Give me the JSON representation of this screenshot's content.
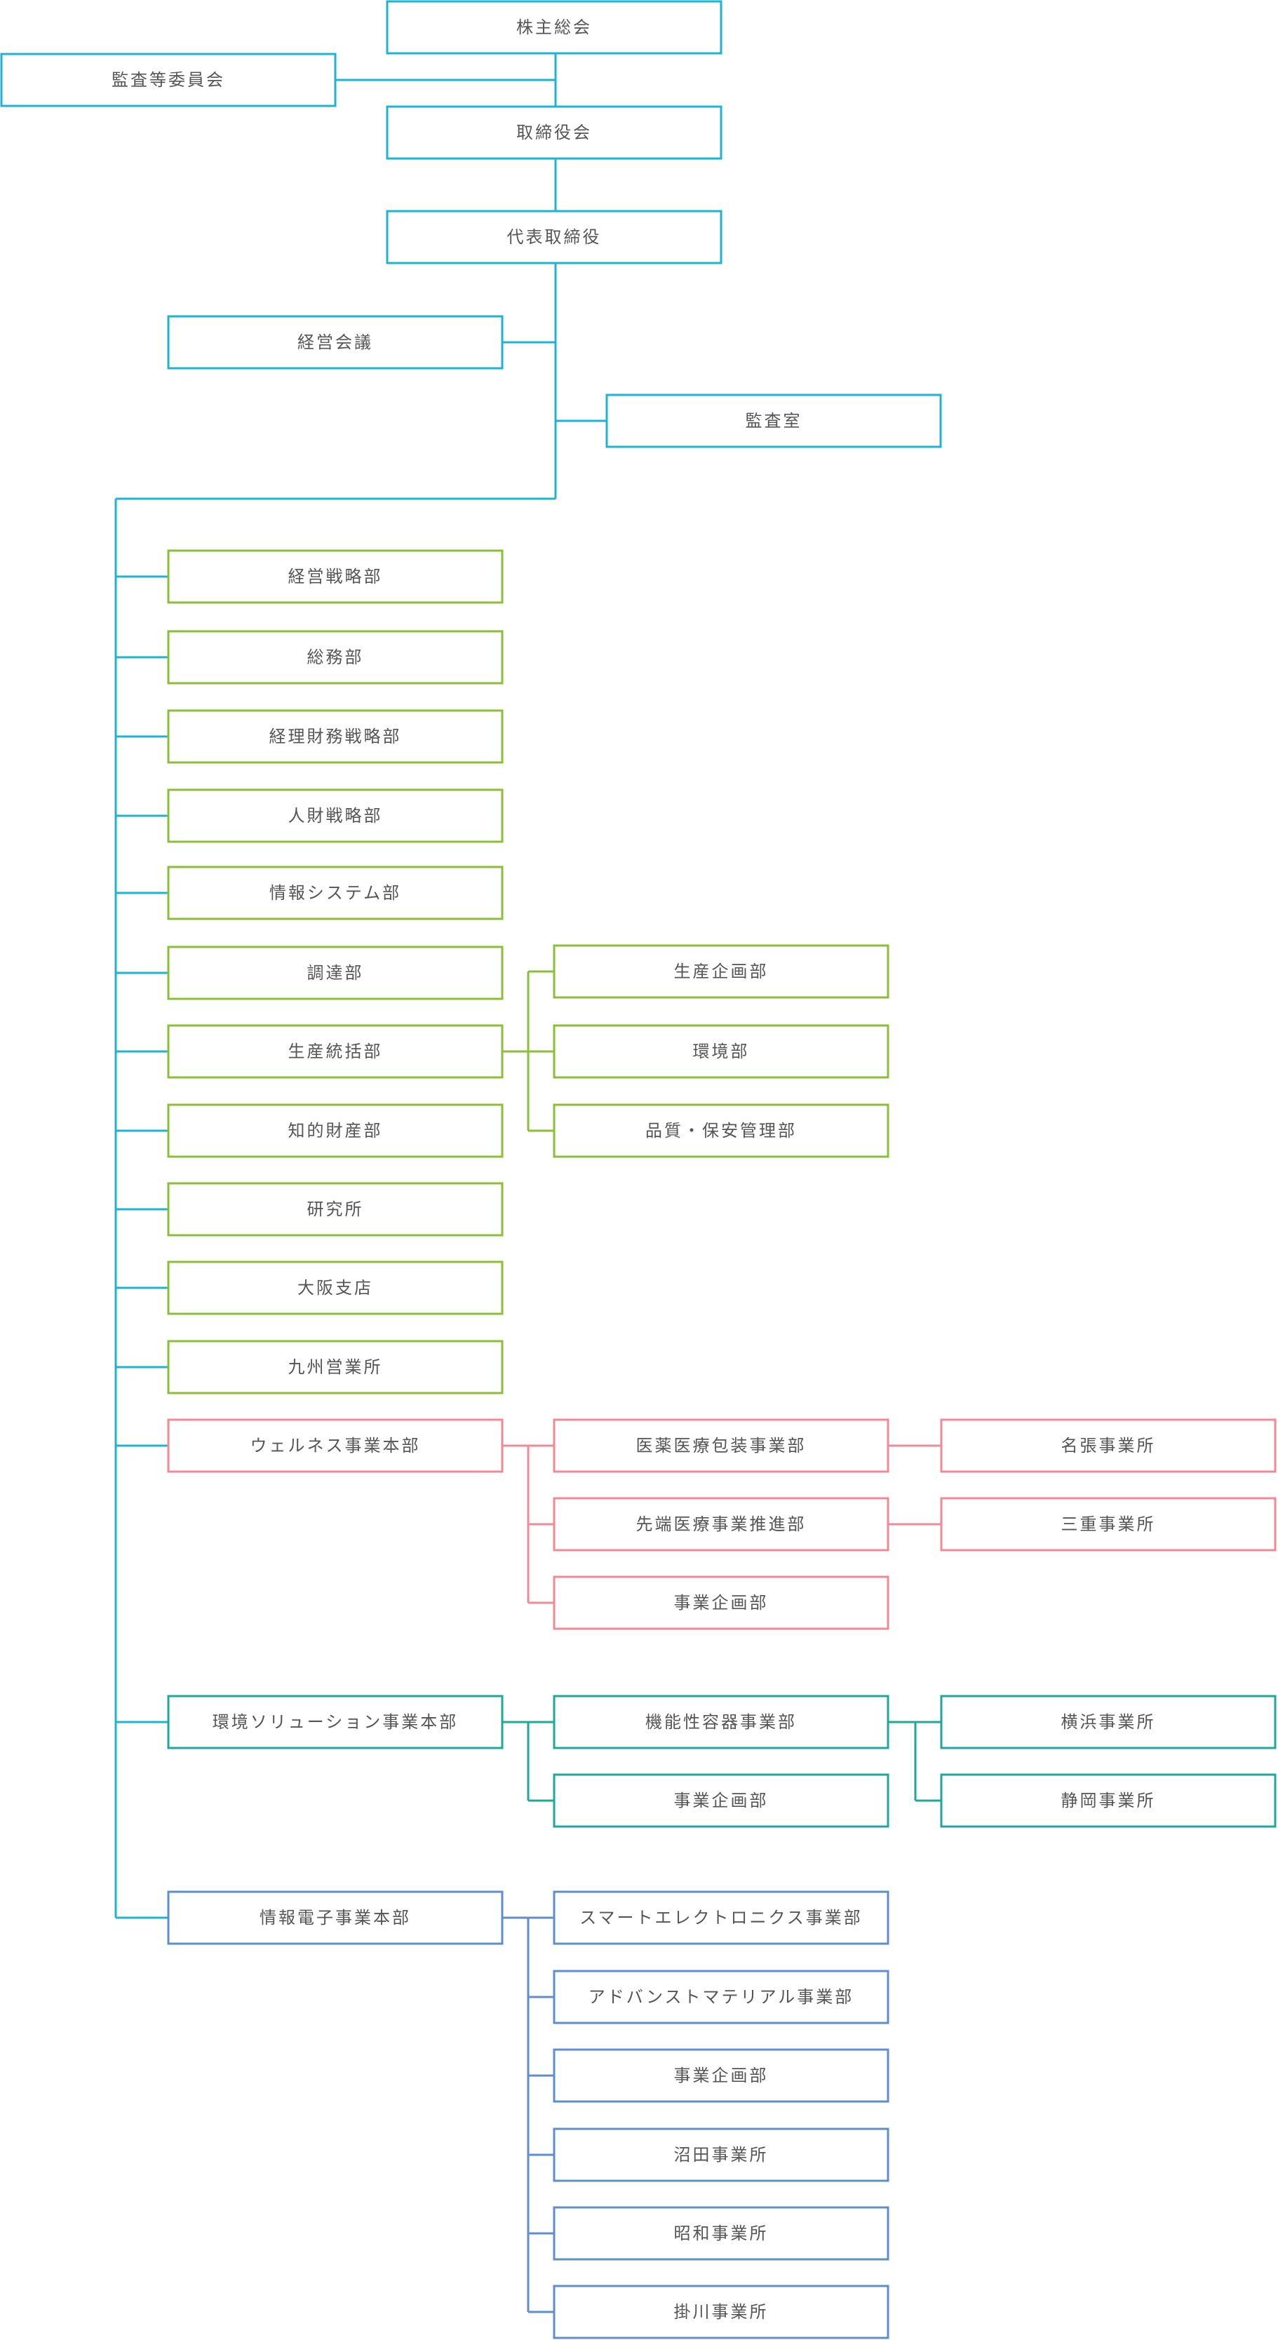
{
  "colors": {
    "governance": "#1fb3d2",
    "corporate": "#8dbe37",
    "wellness": "#f08a95",
    "environment": "#1fa89a",
    "electronics": "#5e8fcc",
    "text": "#555555"
  },
  "governance": {
    "shareholders_meeting": "株主総会",
    "audit_committee": "監査等委員会",
    "board": "取締役会",
    "president": "代表取締役",
    "management_council": "経営会議",
    "audit_office": "監査室"
  },
  "corporate_departments": [
    "経営戦略部",
    "総務部",
    "経理財務戦略部",
    "人財戦略部",
    "情報システム部",
    "調達部",
    "生産統括部",
    "知的財産部",
    "研究所",
    "大阪支店",
    "九州営業所"
  ],
  "production_sub": [
    "生産企画部",
    "環境部",
    "品質・保安管理部"
  ],
  "wellness": {
    "hq": "ウェルネス事業本部",
    "divisions": [
      "医薬医療包装事業部",
      "先端医療事業推進部",
      "事業企画部"
    ],
    "sites": [
      "名張事業所",
      "三重事業所"
    ]
  },
  "environment": {
    "hq": "環境ソリューション事業本部",
    "divisions": [
      "機能性容器事業部",
      "事業企画部"
    ],
    "sites": [
      "横浜事業所",
      "静岡事業所"
    ]
  },
  "electronics": {
    "hq": "情報電子事業本部",
    "divisions": [
      "スマートエレクトロニクス事業部",
      "アドバンストマテリアル事業部",
      "事業企画部",
      "沼田事業所",
      "昭和事業所",
      "掛川事業所"
    ]
  }
}
